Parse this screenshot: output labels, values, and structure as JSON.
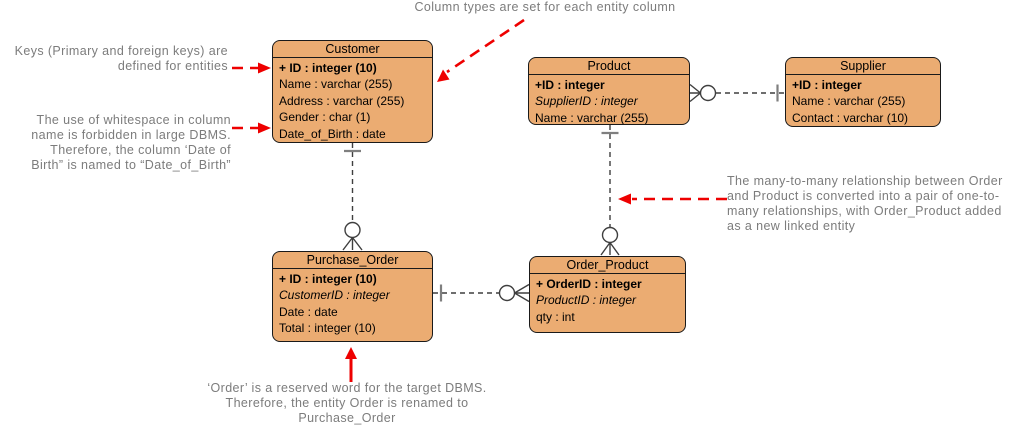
{
  "colors": {
    "entity-fill": "#EBAC72",
    "entity-border": "#1a1a1a",
    "connector": "#3f3f3f",
    "annotation-text": "#7C7C7C",
    "annotation-arrow": "#EE0000"
  },
  "entities": [
    {
      "name": "Customer",
      "attributes": [
        {
          "text": "+ ID : integer (10)",
          "key": "pk"
        },
        {
          "text": "Name : varchar (255)",
          "key": "plain"
        },
        {
          "text": "Address : varchar (255)",
          "key": "plain"
        },
        {
          "text": "Gender : char (1)",
          "key": "plain"
        },
        {
          "text": "Date_of_Birth : date",
          "key": "plain"
        }
      ]
    },
    {
      "name": "Product",
      "attributes": [
        {
          "text": "+ID : integer",
          "key": "pk"
        },
        {
          "text": "SupplierID : integer",
          "key": "fk"
        },
        {
          "text": "Name : varchar (255)",
          "key": "plain"
        }
      ]
    },
    {
      "name": "Supplier",
      "attributes": [
        {
          "text": "+ID : integer",
          "key": "pk"
        },
        {
          "text": "Name : varchar (255)",
          "key": "plain"
        },
        {
          "text": "Contact : varchar (10)",
          "key": "plain"
        }
      ]
    },
    {
      "name": "Purchase_Order",
      "attributes": [
        {
          "text": "+ ID : integer (10)",
          "key": "pk"
        },
        {
          "text": "CustomerID : integer",
          "key": "fk"
        },
        {
          "text": "Date : date",
          "key": "plain"
        },
        {
          "text": "Total : integer (10)",
          "key": "plain"
        }
      ]
    },
    {
      "name": "Order_Product",
      "attributes": [
        {
          "text": "+ OrderID : integer",
          "key": "pk"
        },
        {
          "text": "ProductID : integer",
          "key": "fk"
        },
        {
          "text": "qty : int",
          "key": "plain"
        }
      ]
    }
  ],
  "annotations": [
    {
      "id": "column-types",
      "text": "Column types are set for each entity column"
    },
    {
      "id": "keys",
      "text": "Keys (Primary and foreign keys) are\ndefined for entities"
    },
    {
      "id": "whitespace",
      "text": "The use of whitespace in column\nname is forbidden in large DBMS.\nTherefore, the column ‘Date of\nBirth” is named to “Date_of_Birth”"
    },
    {
      "id": "many-to-many",
      "text": "The many-to-many relationship between Order\nand Product is converted into a pair of one-to-\nmany relationships, with Order_Product added\nas a new linked entity"
    },
    {
      "id": "reserved-word",
      "text": "‘Order’ is a reserved word for the target DBMS.\nTherefore, the entity Order is renamed to\nPurchase_Order"
    }
  ],
  "relationships": [
    {
      "from": "Customer",
      "to": "Purchase_Order",
      "from_end": "one",
      "to_end": "zero-or-many",
      "line": "dashed"
    },
    {
      "from": "Product",
      "to": "Order_Product",
      "from_end": "one",
      "to_end": "zero-or-many",
      "line": "dashed"
    },
    {
      "from": "Purchase_Order",
      "to": "Order_Product",
      "from_end": "one",
      "to_end": "zero-or-many",
      "line": "dashed"
    },
    {
      "from": "Supplier",
      "to": "Product",
      "from_end": "one",
      "to_end": "zero-or-many",
      "line": "dashed"
    }
  ]
}
